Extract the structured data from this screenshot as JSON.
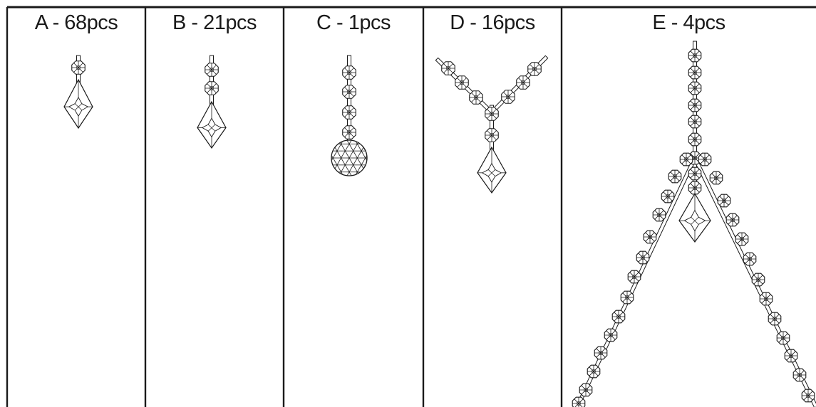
{
  "columns": [
    {
      "id": "A",
      "label": "A - 68pcs"
    },
    {
      "id": "B",
      "label": "B - 21pcs"
    },
    {
      "id": "C",
      "label": "C - 1pcs"
    },
    {
      "id": "D",
      "label": "D - 16pcs"
    },
    {
      "id": "E",
      "label": "E - 4pcs"
    }
  ],
  "colors": {
    "line": "#1a1a1a",
    "background": "#ffffff"
  }
}
